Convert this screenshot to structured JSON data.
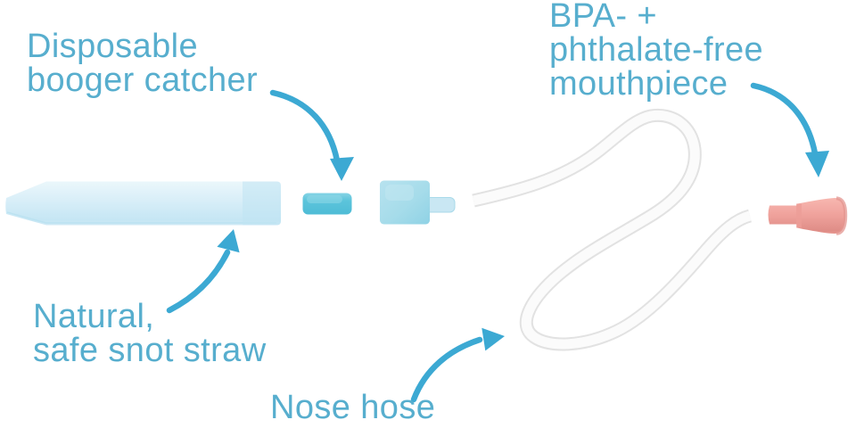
{
  "page": {
    "description": "Nasal aspirator exploded parts diagram with four annotated labels"
  },
  "colors": {
    "label-blue": "#57AECE",
    "arrow-blue": "#3CA9D3",
    "straw-blue": "#D8EEF8",
    "straw-edge": "#C2E4F2",
    "foam-blue": "#5CC4DB",
    "foam-highlight": "#8FD8E8",
    "cap-blue": "#A6DCEA",
    "cap-nub": "#C9E7F3",
    "hose-white": "#FBFBFB",
    "hose-outline": "#E2E2E2",
    "mouthpiece-pink": "#F0A39D",
    "mouthpiece-dark": "#DF8D87"
  },
  "labels": {
    "booger_catcher": {
      "lines": [
        "Disposable",
        "booger catcher"
      ]
    },
    "mouthpiece": {
      "lines": [
        "BPA- +",
        "phthalate-free",
        "mouthpiece"
      ]
    },
    "snot_straw": {
      "lines": [
        "Natural,",
        "safe snot straw"
      ]
    },
    "nose_hose": {
      "lines": [
        "Nose hose"
      ]
    }
  }
}
